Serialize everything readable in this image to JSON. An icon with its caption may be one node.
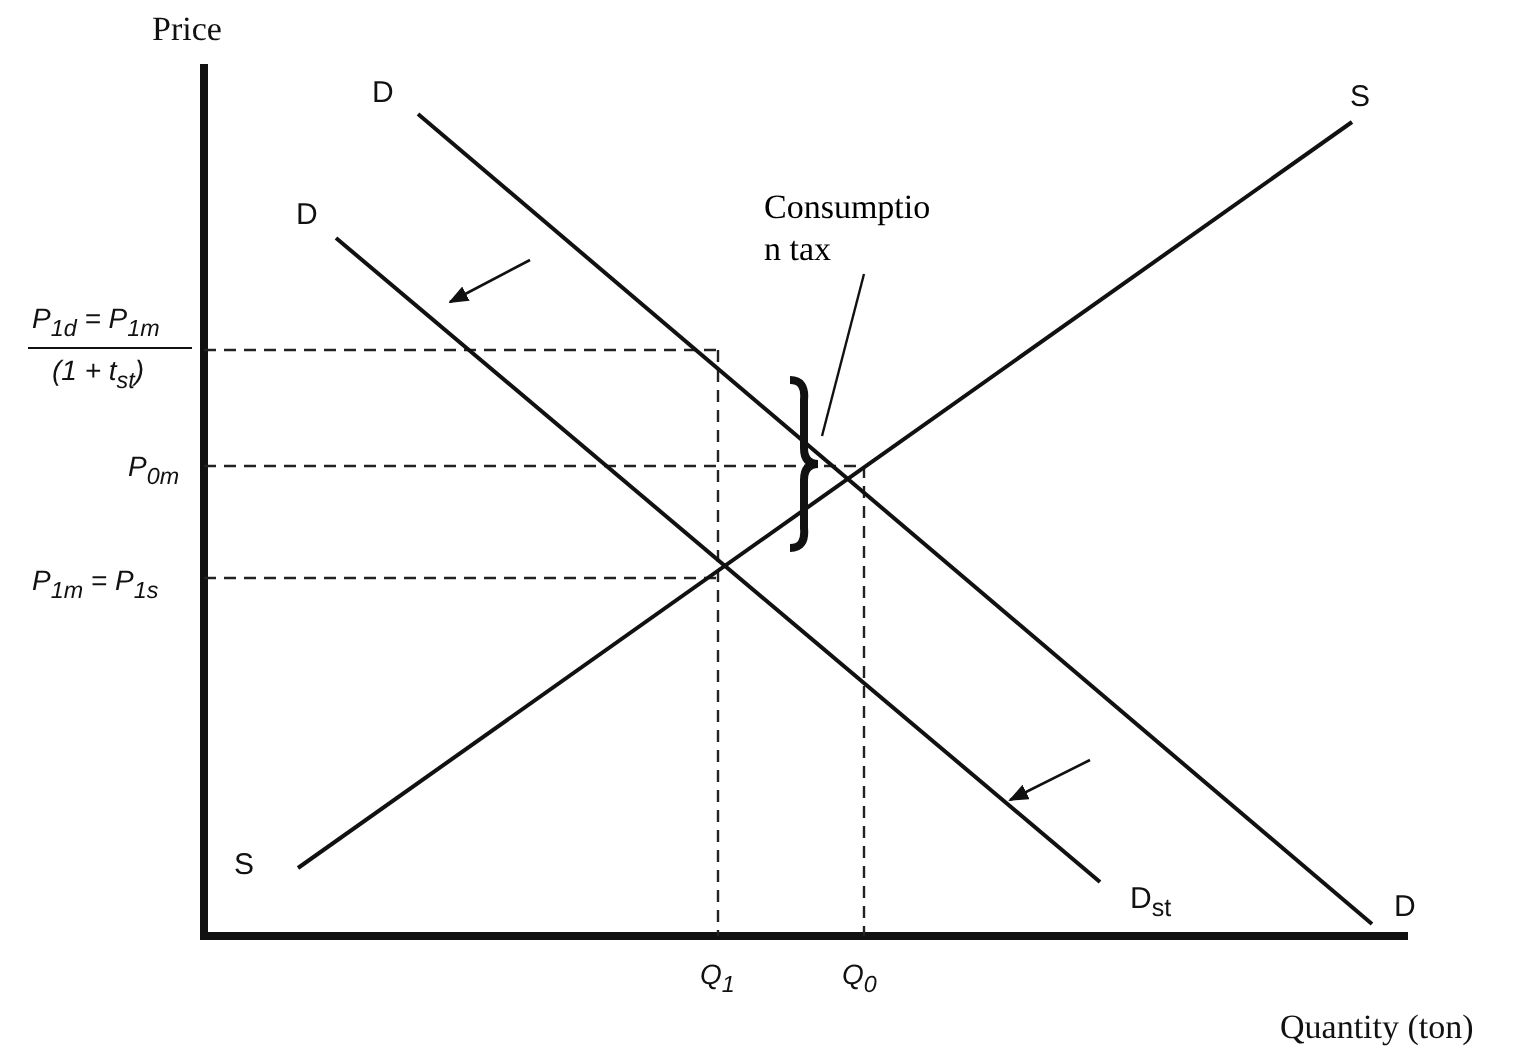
{
  "diagram": {
    "nodes": [
      {
        "text": [
          "Consumptio n tax"
        ]
      },
      {
        "text": [],
        "shape": "brace"
      }
    ],
    "edges": [
      {
        "from": 0,
        "to": 1,
        "arrow": "none"
      }
    ],
    "labels": [
      "Price",
      "D",
      "S",
      "D",
      "P$_{1d}$ = P$_{1m}$",
      "(1 + t$_{st}$)",
      "P$_{0m}$",
      "P$_{1m}$ = P$_{1s}$",
      "S",
      "D$_{st}$",
      "D",
      "Q$_{1}$",
      "Q$_{0}$",
      "Quantity (ton)"
    ]
  }
}
